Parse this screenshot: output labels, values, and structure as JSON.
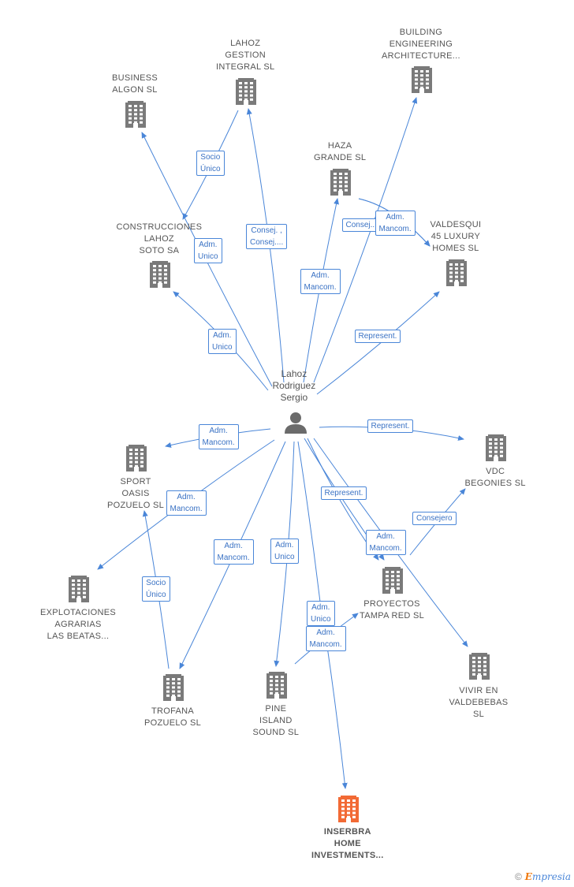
{
  "nodes": [
    {
      "id": "person",
      "type": "person",
      "lines": [
        "Lahoz",
        "Rodriguez",
        "Sergio"
      ],
      "color": "#6b6b6b"
    },
    {
      "id": "business_algon",
      "type": "company",
      "lines": [
        "BUSINESS",
        "ALGON SL"
      ],
      "color": "#7a7a7a"
    },
    {
      "id": "lahoz_gestion",
      "type": "company",
      "lines": [
        "LAHOZ",
        "GESTION",
        "INTEGRAL  SL"
      ],
      "color": "#7a7a7a"
    },
    {
      "id": "building_eng",
      "type": "company",
      "lines": [
        "BUILDING",
        "ENGINEERING",
        "ARCHITECTURE..."
      ],
      "color": "#7a7a7a"
    },
    {
      "id": "haza_grande",
      "type": "company",
      "lines": [
        "HAZA",
        "GRANDE SL"
      ],
      "color": "#7a7a7a"
    },
    {
      "id": "construcciones",
      "type": "company",
      "lines": [
        "CONSTRUCCIONES",
        "LAHOZ",
        "SOTO SA"
      ],
      "color": "#7a7a7a"
    },
    {
      "id": "valdesqui",
      "type": "company",
      "lines": [
        "VALDESQUI",
        "45 LUXURY",
        "HOMES  SL"
      ],
      "color": "#7a7a7a"
    },
    {
      "id": "vdc_begonies",
      "type": "company",
      "lines": [
        "VDC",
        "BEGONIES  SL"
      ],
      "color": "#7a7a7a"
    },
    {
      "id": "sport_oasis",
      "type": "company",
      "lines": [
        "SPORT",
        "OASIS",
        "POZUELO  SL"
      ],
      "color": "#7a7a7a"
    },
    {
      "id": "explotaciones",
      "type": "company",
      "lines": [
        "EXPLOTACIONES",
        "AGRARIAS",
        "LAS BEATAS..."
      ],
      "color": "#7a7a7a"
    },
    {
      "id": "proyectos_tampa",
      "type": "company",
      "lines": [
        "PROYECTOS",
        "TAMPA RED  SL"
      ],
      "color": "#7a7a7a"
    },
    {
      "id": "vivir_valdebebas",
      "type": "company",
      "lines": [
        "VIVIR EN",
        "VALDEBEBAS",
        "SL"
      ],
      "color": "#7a7a7a"
    },
    {
      "id": "trofana",
      "type": "company",
      "lines": [
        "TROFANA",
        "POZUELO  SL"
      ],
      "color": "#7a7a7a"
    },
    {
      "id": "pine_island",
      "type": "company",
      "lines": [
        "PINE",
        "ISLAND",
        "SOUND  SL"
      ],
      "color": "#7a7a7a"
    },
    {
      "id": "inserbra",
      "type": "company",
      "focus": true,
      "lines": [
        "INSERBRA",
        "HOME",
        "INVESTMENTS..."
      ],
      "color": "#f26a35"
    }
  ],
  "edges": [
    {
      "id": "e1",
      "lines": [
        "Adm.",
        "Unico"
      ]
    },
    {
      "id": "e2",
      "lines": [
        "Consej. ,",
        "Consej...."
      ]
    },
    {
      "id": "e3",
      "lines": [
        "Socio",
        "Único"
      ]
    },
    {
      "id": "e4",
      "lines": [
        "Adm.",
        "Mancom."
      ]
    },
    {
      "id": "e5",
      "lines": [
        ""
      ]
    },
    {
      "id": "e6",
      "lines": [
        "Consej..."
      ]
    },
    {
      "id": "e7",
      "lines": [
        "Adm.",
        "Mancom."
      ]
    },
    {
      "id": "e8",
      "lines": [
        "Adm.",
        "Unico"
      ]
    },
    {
      "id": "e9",
      "lines": [
        "Represent."
      ]
    },
    {
      "id": "e10",
      "lines": [
        "Represent."
      ]
    },
    {
      "id": "e11",
      "lines": [
        "Adm.",
        "Mancom."
      ]
    },
    {
      "id": "e12",
      "lines": [
        "Adm.",
        "Mancom."
      ]
    },
    {
      "id": "e13",
      "lines": [
        "Adm.",
        "Mancom."
      ]
    },
    {
      "id": "e14",
      "lines": [
        "Socio",
        "Único"
      ]
    },
    {
      "id": "e15",
      "lines": [
        "Adm.",
        "Unico"
      ]
    },
    {
      "id": "e16",
      "lines": [
        "Represent."
      ]
    },
    {
      "id": "e17",
      "lines": [
        "Consejero"
      ]
    },
    {
      "id": "e18",
      "lines": [
        "Adm.",
        "Mancom."
      ]
    },
    {
      "id": "e19",
      "lines": [
        "Adm.",
        "Unico"
      ]
    },
    {
      "id": "e20",
      "lines": [
        "Adm.",
        "Mancom."
      ]
    },
    {
      "id": "e21",
      "lines": [
        ""
      ]
    },
    {
      "id": "e22",
      "lines": [
        ""
      ]
    }
  ],
  "footer": {
    "copyright": "©",
    "brand_first": "E",
    "brand_rest": "mpresia"
  },
  "colors": {
    "edge": "#4a86d8",
    "company": "#7a7a7a",
    "focus": "#f26a35",
    "person": "#6b6b6b"
  }
}
